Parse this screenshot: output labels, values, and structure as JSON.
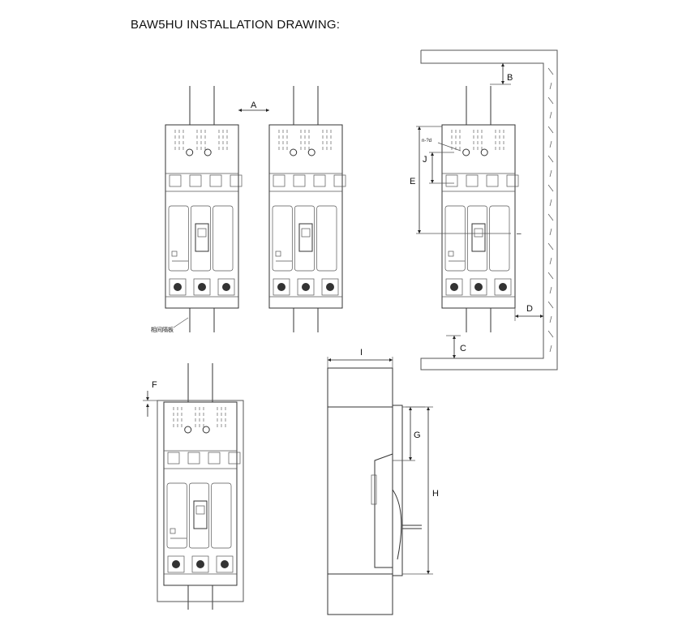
{
  "title": "BAW5HU INSTALLATION DRAWING:",
  "dimensions": {
    "A": "A",
    "B": "B",
    "C": "C",
    "D": "D",
    "E": "E",
    "F": "F",
    "G": "G",
    "H": "H",
    "I": "I",
    "J": "J"
  },
  "notes": {
    "hole": "n-?d",
    "partition": "相间隔板",
    "dash": "–"
  },
  "colors": {
    "line": "#333333",
    "background": "#ffffff"
  }
}
